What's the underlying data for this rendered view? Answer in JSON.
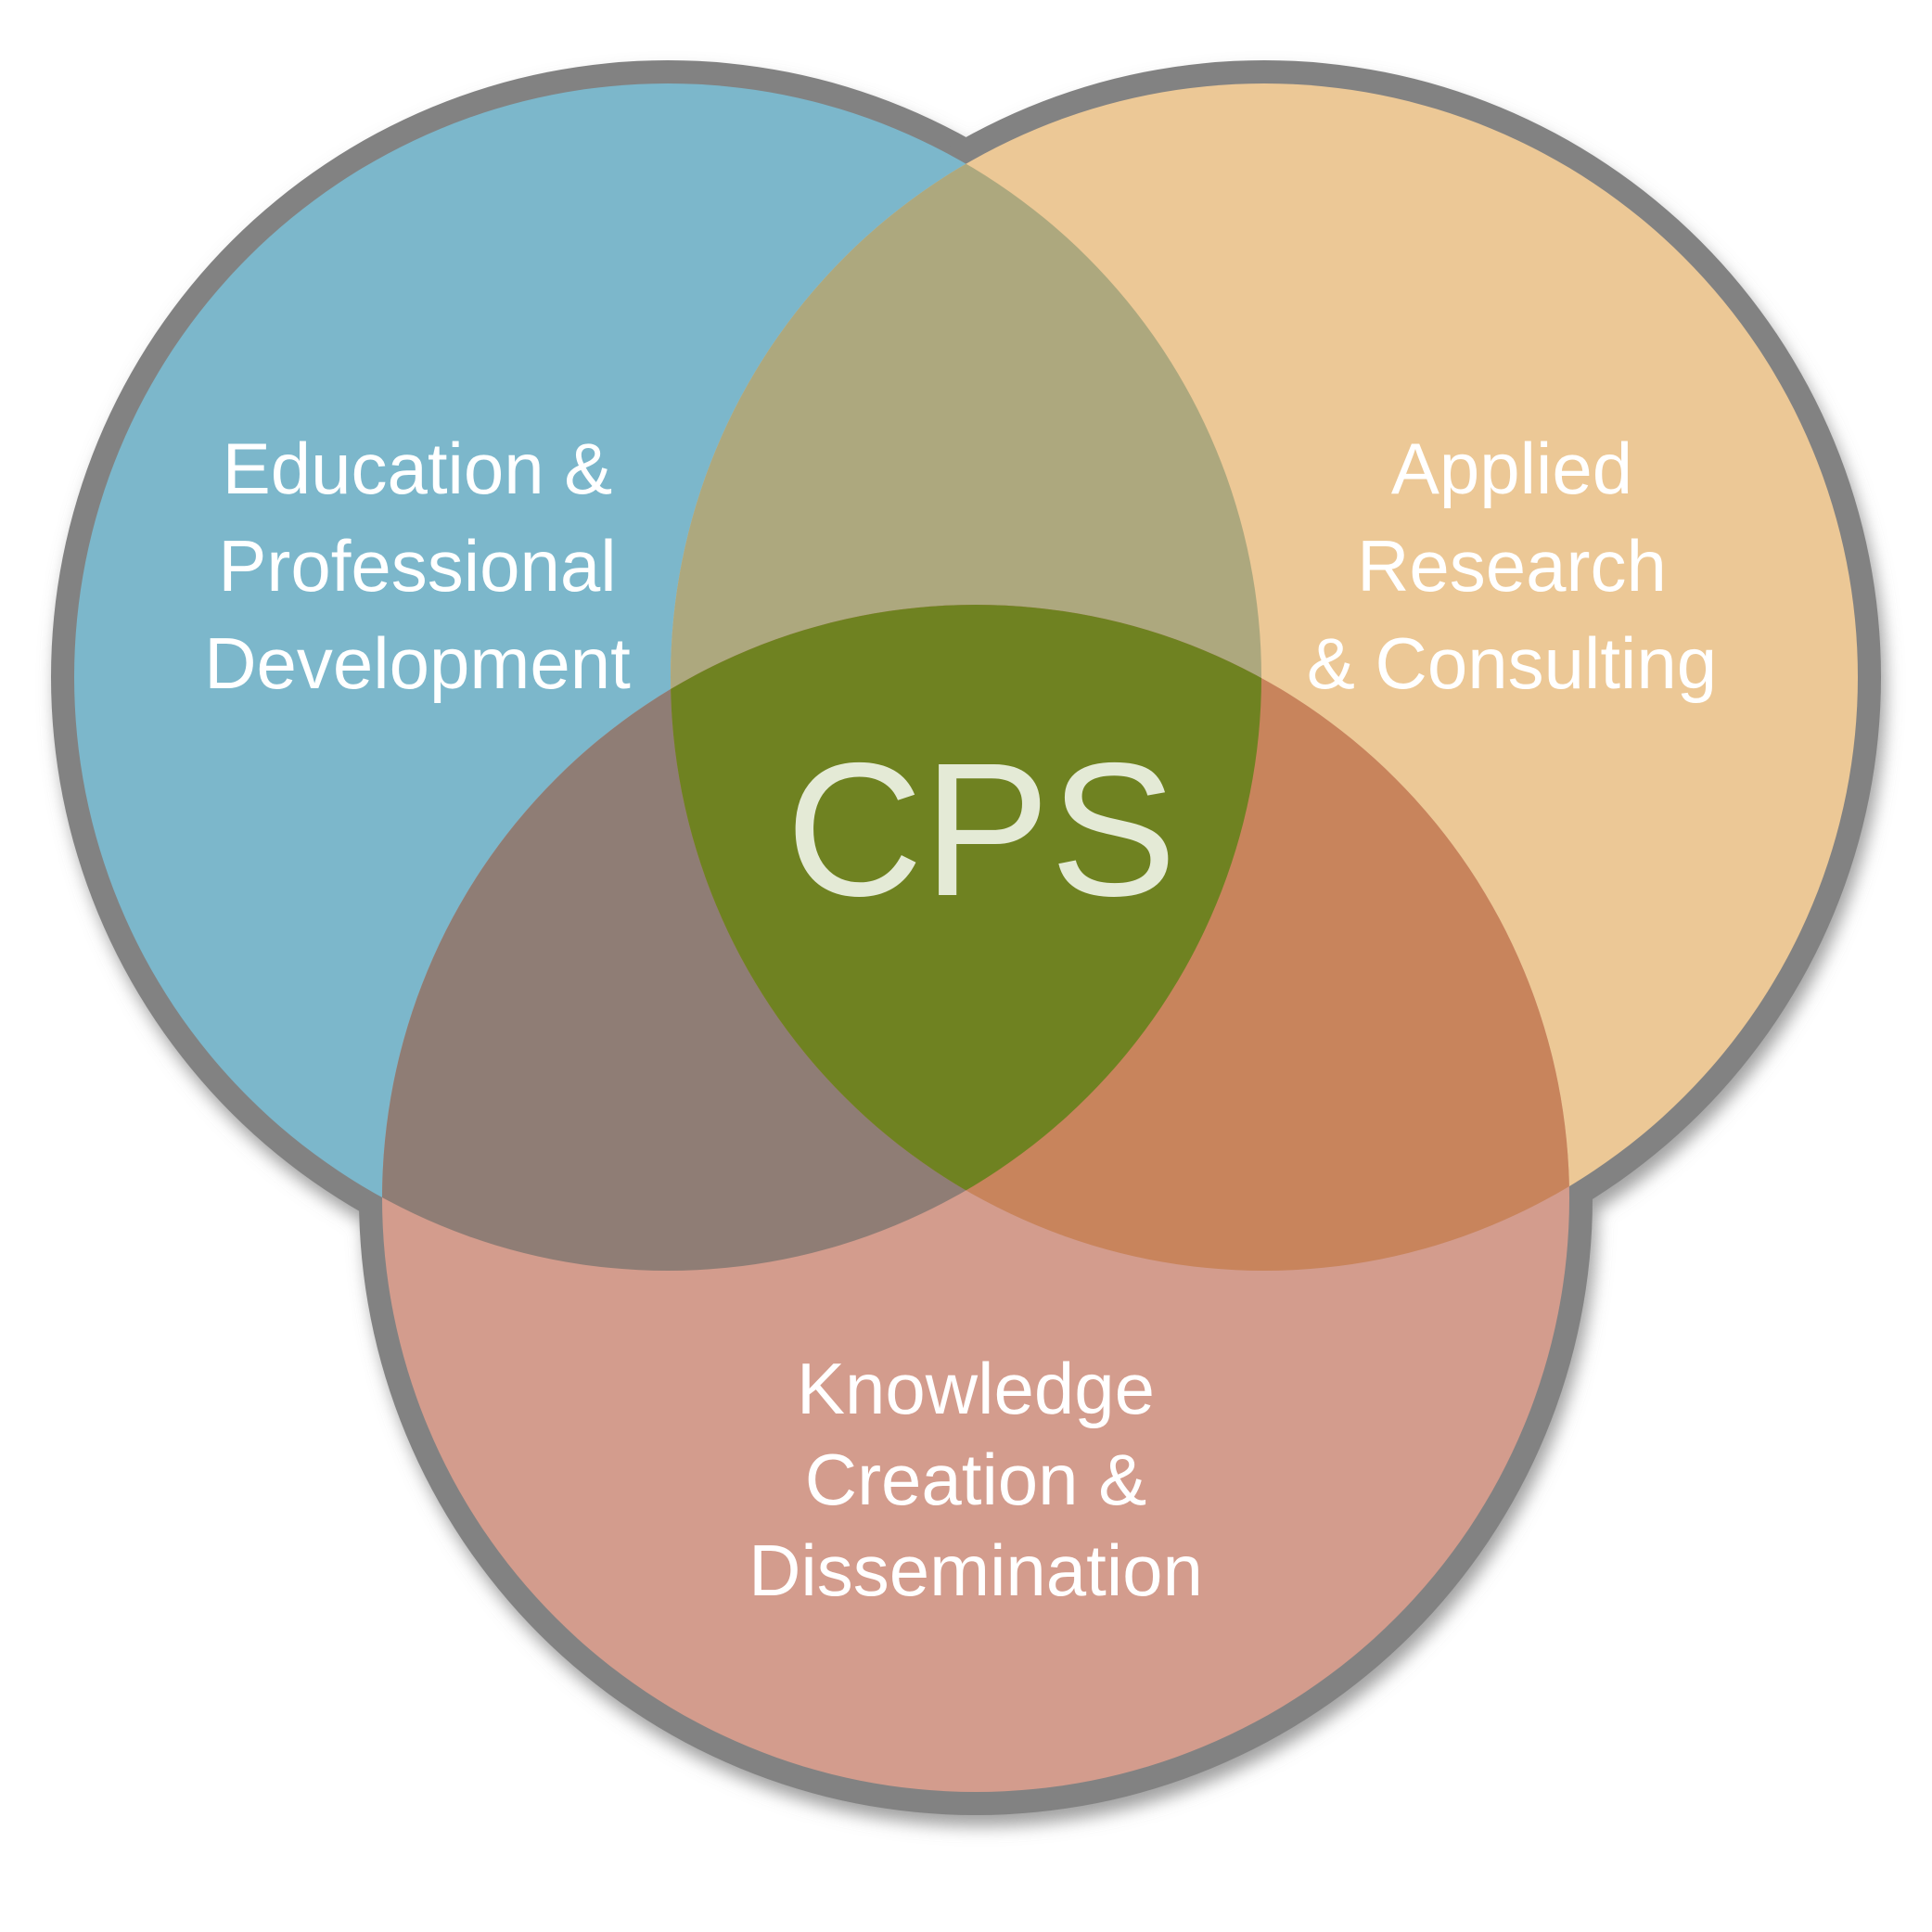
{
  "diagram": {
    "type": "venn",
    "background": "#ffffff",
    "outline": {
      "color": "#828282",
      "shadow_color": "#6e6e6e"
    },
    "center_label": {
      "text": "CPS",
      "color": "#e4ead6",
      "region_color": "#6f8221"
    },
    "circles": [
      {
        "id": "education",
        "lines": [
          "Education &",
          "Professional",
          "Development"
        ],
        "fill": "#7cb7cb",
        "label_color": "#ffffff"
      },
      {
        "id": "applied-research",
        "lines": [
          "Applied",
          "Research",
          "& Consulting"
        ],
        "fill": "#ecc896",
        "label_color": "#ffffff"
      },
      {
        "id": "knowledge",
        "lines": [
          "Knowledge",
          "Creation &",
          "Dissemination"
        ],
        "fill": "#d39c8d",
        "label_color": "#ffffff"
      }
    ],
    "overlap_colors": {
      "education_research": "#ada87e",
      "education_knowledge": "#8f7d75",
      "research_knowledge": "#c8845c",
      "all_three": "#6f8221"
    }
  }
}
